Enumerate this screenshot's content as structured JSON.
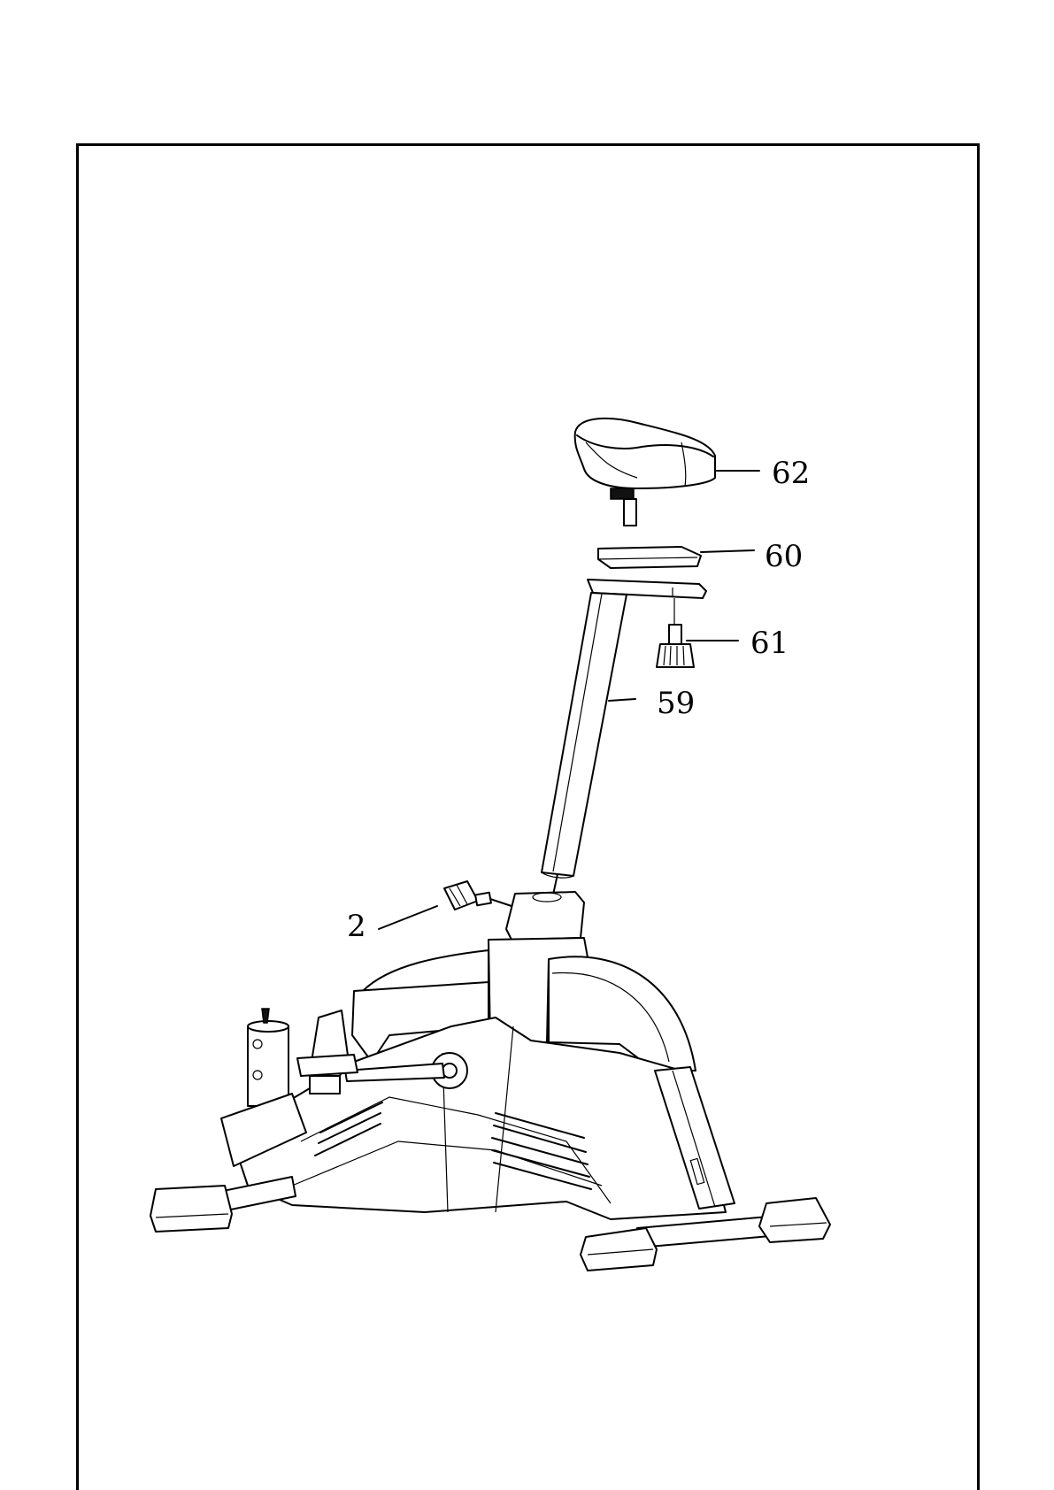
{
  "diagram": {
    "parts": [
      {
        "id": "62",
        "name": "seat"
      },
      {
        "id": "60",
        "name": "seat-slider"
      },
      {
        "id": "61",
        "name": "knob"
      },
      {
        "id": "59",
        "name": "seat-post"
      },
      {
        "id": "2",
        "name": "knob"
      }
    ],
    "callouts": {
      "seat": "62",
      "seat_slider": "60",
      "knob_slider": "61",
      "seat_post": "59",
      "knob_frame": "2"
    }
  }
}
